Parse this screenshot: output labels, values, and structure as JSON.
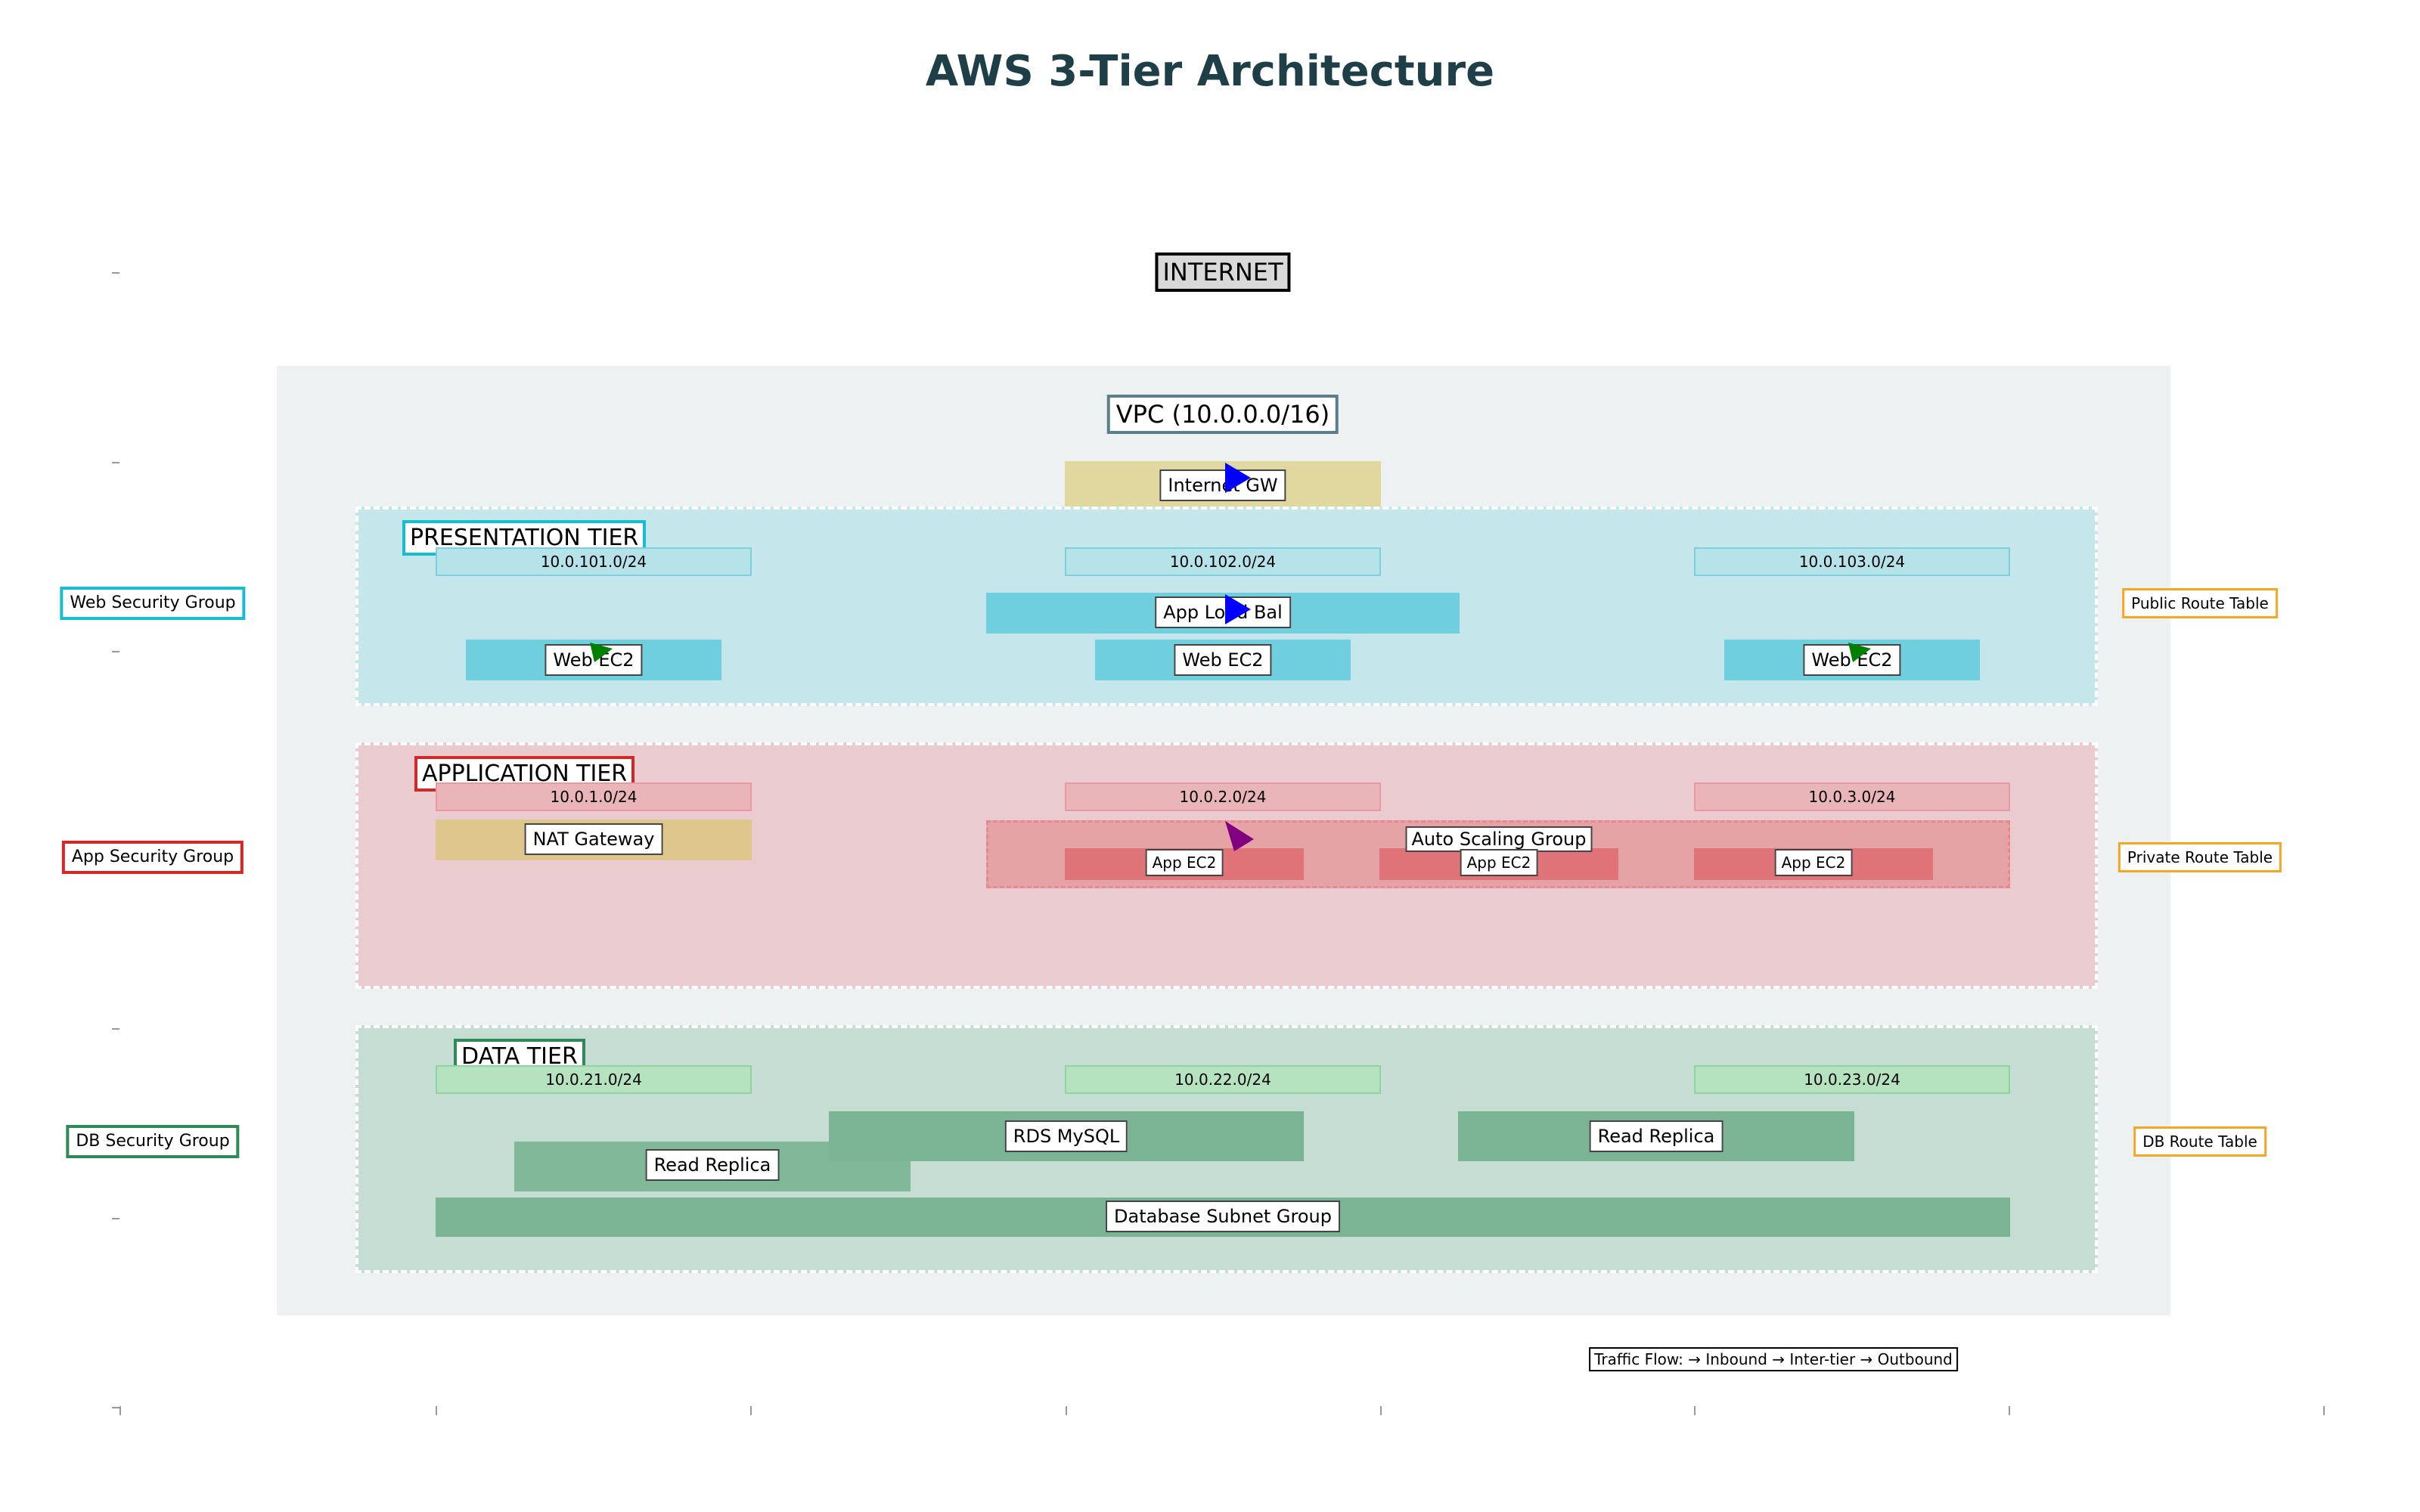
{
  "title": "AWS 3-Tier Architecture",
  "internet": "INTERNET",
  "vpc": {
    "label": "VPC (10.0.0.0/16)"
  },
  "internet_gateway": "Internet GW",
  "presentation": {
    "label": "PRESENTATION TIER",
    "subnets": [
      "10.0.101.0/24",
      "10.0.102.0/24",
      "10.0.103.0/24"
    ],
    "load_balancer": "App Load Bal",
    "instances": [
      "Web EC2",
      "Web EC2",
      "Web EC2"
    ]
  },
  "application": {
    "label": "APPLICATION TIER",
    "subnets": [
      "10.0.1.0/24",
      "10.0.2.0/24",
      "10.0.3.0/24"
    ],
    "nat_gateway": "NAT Gateway",
    "asg": "Auto Scaling Group",
    "instances": [
      "App EC2",
      "App EC2",
      "App EC2"
    ]
  },
  "data": {
    "label": "DATA TIER",
    "subnets": [
      "10.0.21.0/24",
      "10.0.22.0/24",
      "10.0.23.0/24"
    ],
    "primary": "RDS MySQL",
    "replicas": [
      "Read Replica",
      "Read Replica"
    ],
    "subnet_group": "Database Subnet Group"
  },
  "security_groups": [
    "Web Security Group",
    "App Security Group",
    "DB Security Group"
  ],
  "route_tables": [
    "Public Route Table",
    "Private Route Table",
    "DB Route Table"
  ],
  "legend": "Traffic Flow: → Inbound → Inter-tier → Outbound",
  "colors": {
    "web": "#17becf",
    "app": "#d62728",
    "db": "#2e8b57",
    "route": "#f5a623",
    "arrow_inbound": "#0000ff",
    "arrow_web": "#008000",
    "arrow_app": "#800080"
  }
}
